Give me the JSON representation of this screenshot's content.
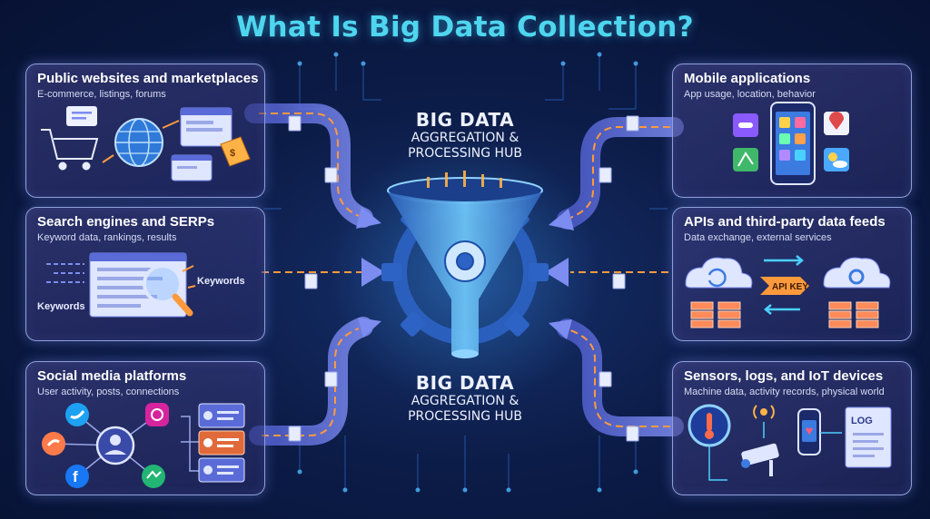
{
  "title": "What Is Big Data Collection?",
  "hub": {
    "top": {
      "line1": "BIG DATA",
      "line2": "AGGREGATION &",
      "line3": "PROCESSING HUB"
    },
    "bottom": {
      "line1": "BIG DATA",
      "line2": "AGGREGATION &",
      "line3": "PROCESSING HUB"
    }
  },
  "sources": {
    "websites": {
      "title": "Public websites and marketplaces",
      "subtitle": "E-commerce, listings, forums"
    },
    "search": {
      "title": "Search engines and SERPs",
      "subtitle": "Keyword data, rankings, results",
      "keyword_label_1": "Keywords",
      "keyword_label_2": "Keywords"
    },
    "social": {
      "title": "Social media platforms",
      "subtitle": "User activity, posts, connections"
    },
    "mobile": {
      "title": "Mobile applications",
      "subtitle": "App usage, location, behavior"
    },
    "apis": {
      "title": "APIs and third-party data feeds",
      "subtitle": "Data exchange, external services",
      "api_key_label": "API KEY"
    },
    "sensors": {
      "title": "Sensors, logs, and IoT devices",
      "subtitle": "Machine data, activity records, physical world",
      "log_label": "LOG"
    }
  },
  "colors": {
    "title": "#4fd6ef",
    "card_border": "#8ea0d8",
    "arrow_orange": "#ff9a3c",
    "arrow_body": "#5a6bd8",
    "funnel": "#3b8fe0"
  }
}
